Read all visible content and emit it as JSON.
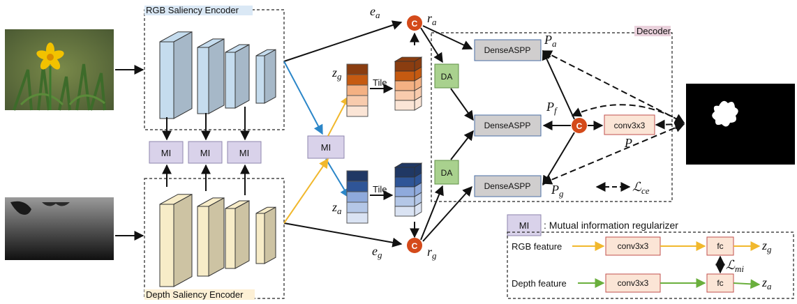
{
  "encoders": {
    "rgb_label": "RGB Saliency Encoder",
    "depth_label": "Depth Saliency Encoder"
  },
  "decoder_label": "Decoder",
  "mi_label": "MI",
  "tile_label": "Tile",
  "da_label": "DA",
  "dense_label": "DenseASPP",
  "conv_label": "conv3x3",
  "fc_label": "fc",
  "concat_label": "C",
  "symbols": {
    "e": "e",
    "a": "a",
    "g": "g",
    "r": "r",
    "z": "z",
    "P": "P",
    "f": "f",
    "L": "ℒ",
    "ce": "ce",
    "mi": "mi"
  },
  "legend": {
    "mi_desc": ": Mutual information regularizer",
    "rgb_feature": "RGB feature",
    "depth_feature": "Depth feature"
  },
  "colors": {
    "rgb_block": "#c5dcee",
    "depth_block": "#f7ecc8",
    "mi_box": "#d9d2ea",
    "da_box": "#a9d18e",
    "dense_box": "#d0cece",
    "conv_box": "#fbe5d6",
    "concat": "#d44a1a",
    "rgb_arrow": "#f1b82d",
    "depth_arrow": "#6aaf3d",
    "blue_arrow": "#2b86c8",
    "decoder_label_bg": "#ead1dc",
    "rgb_label_bg": "#dae8f5",
    "depth_label_bg": "#fdf0d5",
    "orange_tile": [
      "#8a3d10",
      "#c55a11",
      "#f4b183",
      "#f8cbad",
      "#fbe5d6"
    ],
    "blue_tile": [
      "#203864",
      "#2f5597",
      "#8faadc",
      "#b4c7e7",
      "#dae3f3"
    ]
  }
}
